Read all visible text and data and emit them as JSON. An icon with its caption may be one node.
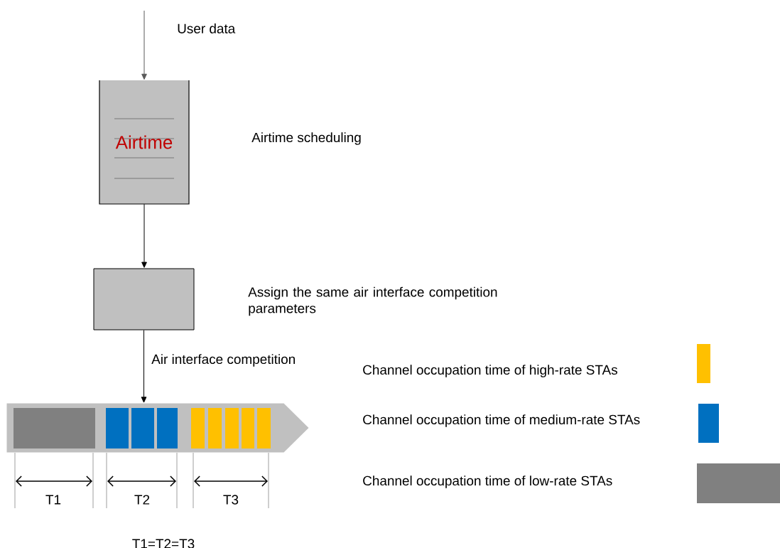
{
  "diagram": {
    "nodes": [
      {
        "text": [
          "Airtime"
        ]
      },
      {
        "text": [],
        "shape": "box"
      },
      {
        "text": [],
        "shape": "bar"
      }
    ],
    "edges": [
      {
        "from": null,
        "to": 0,
        "arrow": "to",
        "label": "User data",
        "color": "#595959"
      },
      {
        "from": 0,
        "to": 1,
        "arrow": "to"
      },
      {
        "from": 1,
        "to": 2,
        "arrow": "to",
        "label": "Air interface competition"
      }
    ],
    "labels": [
      "Airtime scheduling",
      "Assign the same air interface competition parameters",
      "T1",
      "T2",
      "T3",
      "T1=T2=T3"
    ],
    "legend": [
      {
        "text": "Channel occupation time of high-rate STAs",
        "color": "#ffc000"
      },
      {
        "text": "Channel occupation time of medium-rate STAs",
        "color": "#0070c0"
      },
      {
        "text": "Channel occupation time of low-rate STAs",
        "color": "#808080"
      }
    ]
  }
}
